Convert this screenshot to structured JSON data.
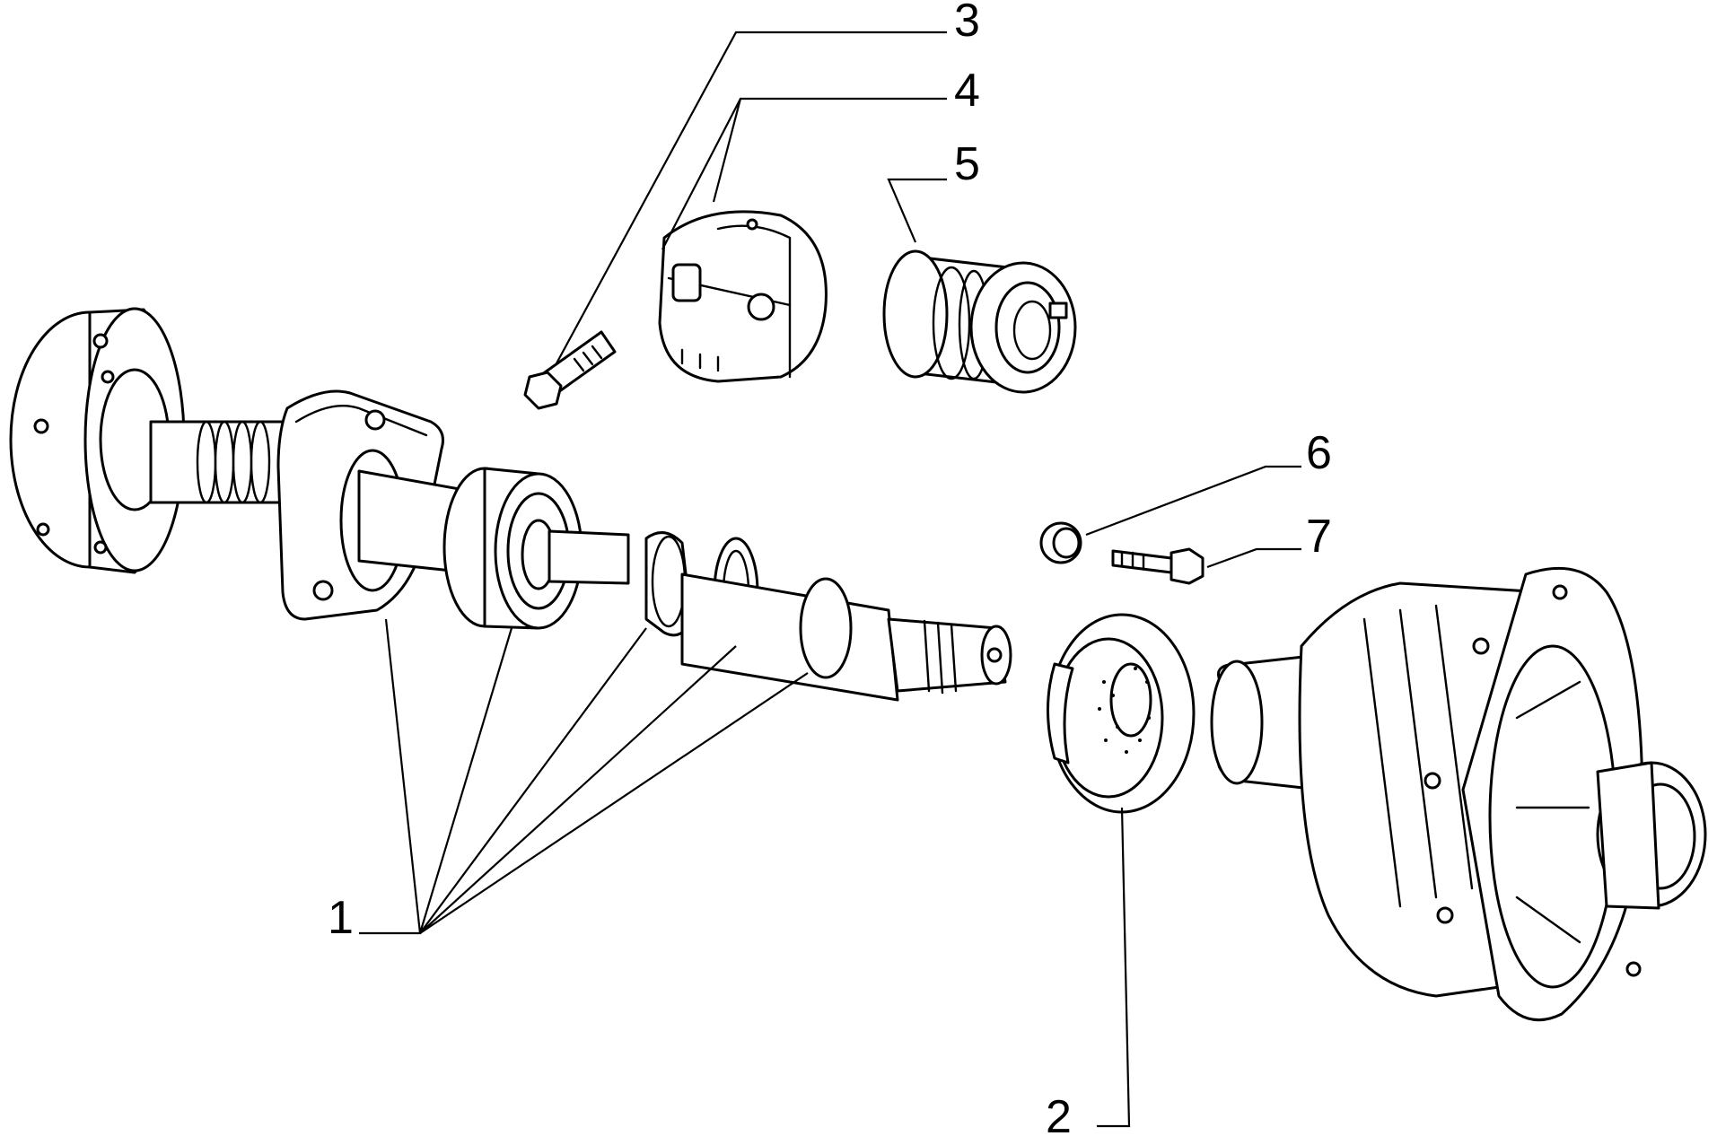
{
  "diagram": {
    "kind": "exploded-parts",
    "line_color": "#000000",
    "background": "#ffffff"
  },
  "callouts": {
    "c1": "1",
    "c2": "2",
    "c3": "3",
    "c4": "4",
    "c5": "5",
    "c6": "6",
    "c7": "7"
  }
}
